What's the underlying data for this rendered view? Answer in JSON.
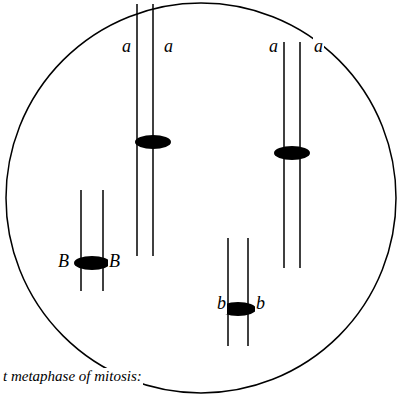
{
  "diagram": {
    "labels": [
      "a",
      "a",
      "a",
      "a",
      "B",
      "B",
      "b",
      "b",
      "t metaphase of mitosis:"
    ]
  }
}
